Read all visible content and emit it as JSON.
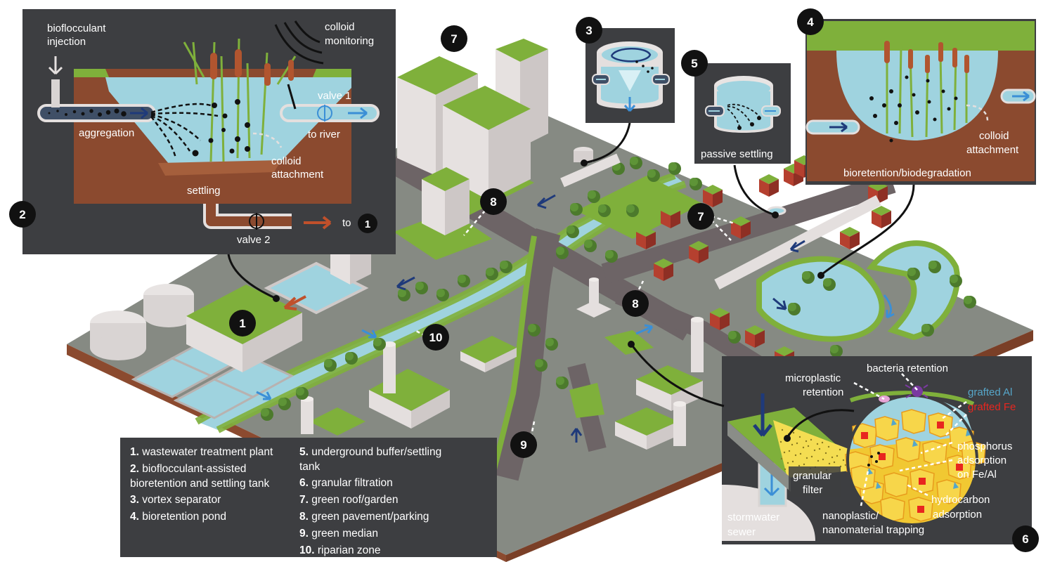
{
  "panel2": {
    "bioflocculant_line1": "bioflocculant",
    "bioflocculant_line2": "injection",
    "colloid_monitoring_line1": "colloid",
    "colloid_monitoring_line2": "monitoring",
    "aggregation": "aggregation",
    "valve1": "valve 1",
    "to_river": "to river",
    "colloid_attachment_line1": "colloid",
    "colloid_attachment_line2": "attachment",
    "settling": "settling",
    "valve2": "valve 2",
    "to": "to"
  },
  "panel3": {},
  "panel4": {
    "colloid_line1": "colloid",
    "colloid_line2": "attachment",
    "bioretention": "bioretention/biodegradation"
  },
  "panel5": {
    "passive_settling": "passive settling"
  },
  "panel6": {
    "bacteria_retention": "bacteria retention",
    "microplastic_line1": "microplastic",
    "microplastic_line2": "retention",
    "grafted_al": "grafted Al",
    "grafted_fe": "grafted Fe",
    "phosphorus_line1": "phosphorus",
    "phosphorus_line2": "adsorption",
    "phosphorus_line3": "on Fe/Al",
    "granular_line1": "granular",
    "granular_line2": "filter",
    "hydrocarbon_line1": "hydrocarbon",
    "hydrocarbon_line2": "adsorption",
    "nano_line1": "nanoplastic/",
    "nano_line2": "nanomaterial trapping",
    "sewer_line1": "stormwater",
    "sewer_line2": "sewer"
  },
  "markers": {
    "m1": "1",
    "m2": "2",
    "m3": "3",
    "m4": "4",
    "m5": "5",
    "m6": "6",
    "m7a": "7",
    "m7b": "7",
    "m8a": "8",
    "m8b": "8",
    "m9": "9",
    "m10": "10",
    "to_target": "1"
  },
  "legend": {
    "col1": [
      {
        "num": "1.",
        "text": "wastewater treatment plant"
      },
      {
        "num": "2.",
        "text": "bioflocculant-assisted bioretention and settling tank"
      },
      {
        "num": "3.",
        "text": "vortex separator"
      },
      {
        "num": "4.",
        "text": "bioretention pond"
      }
    ],
    "col2": [
      {
        "num": "5.",
        "text": "underground buffer/settling tank"
      },
      {
        "num": "6.",
        "text": "granular filtration"
      },
      {
        "num": "7.",
        "text": "green roof/garden"
      },
      {
        "num": "8.",
        "text": "green pavement/parking"
      },
      {
        "num": "9.",
        "text": "green median"
      },
      {
        "num": "10.",
        "text": "riparian zone"
      }
    ]
  },
  "colors": {
    "panel_bg": "#3d3e41",
    "grass": "#7fb03b",
    "water": "#9fd3df",
    "soil": "#8b4a2f",
    "road": "#6d6466",
    "ground": "#8d9188",
    "dark_arrow": "#1f3a7a",
    "light_arrow": "#3b8fd6",
    "grafted_al": "#56a6c9",
    "grafted_fe": "#e8261f"
  }
}
